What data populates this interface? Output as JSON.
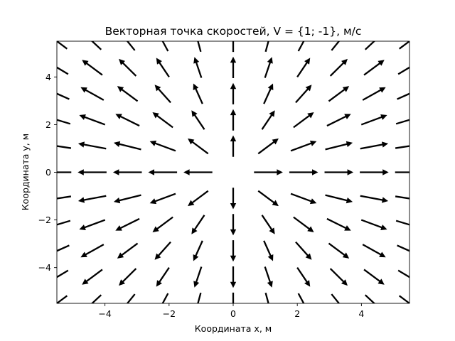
{
  "chart_data": {
    "type": "quiver",
    "title": "Векторная точка скоростей, V = {1; -1}, м/с",
    "xlabel": "Координата x, м",
    "ylabel": "Координата y, м",
    "xlim": [
      -5.5,
      5.5
    ],
    "ylim": [
      -5.5,
      5.5
    ],
    "xticks": [
      -4,
      -2,
      0,
      2,
      4
    ],
    "yticks": [
      -4,
      -2,
      0,
      2,
      4
    ],
    "xtick_labels": [
      "−4",
      "−2",
      "0",
      "2",
      "4"
    ],
    "ytick_labels": [
      "−4",
      "−2",
      "0",
      "2",
      "4"
    ],
    "grid": [
      -5.5,
      -4.4,
      -3.3,
      -2.2,
      -1.1,
      0,
      1.1,
      2.2,
      3.3,
      4.4,
      5.5
    ],
    "arrow_length": 0.9,
    "arrow_color": "#000000",
    "field": "v = r / |r| (radial unit vector, arrows centered on grid points)"
  }
}
